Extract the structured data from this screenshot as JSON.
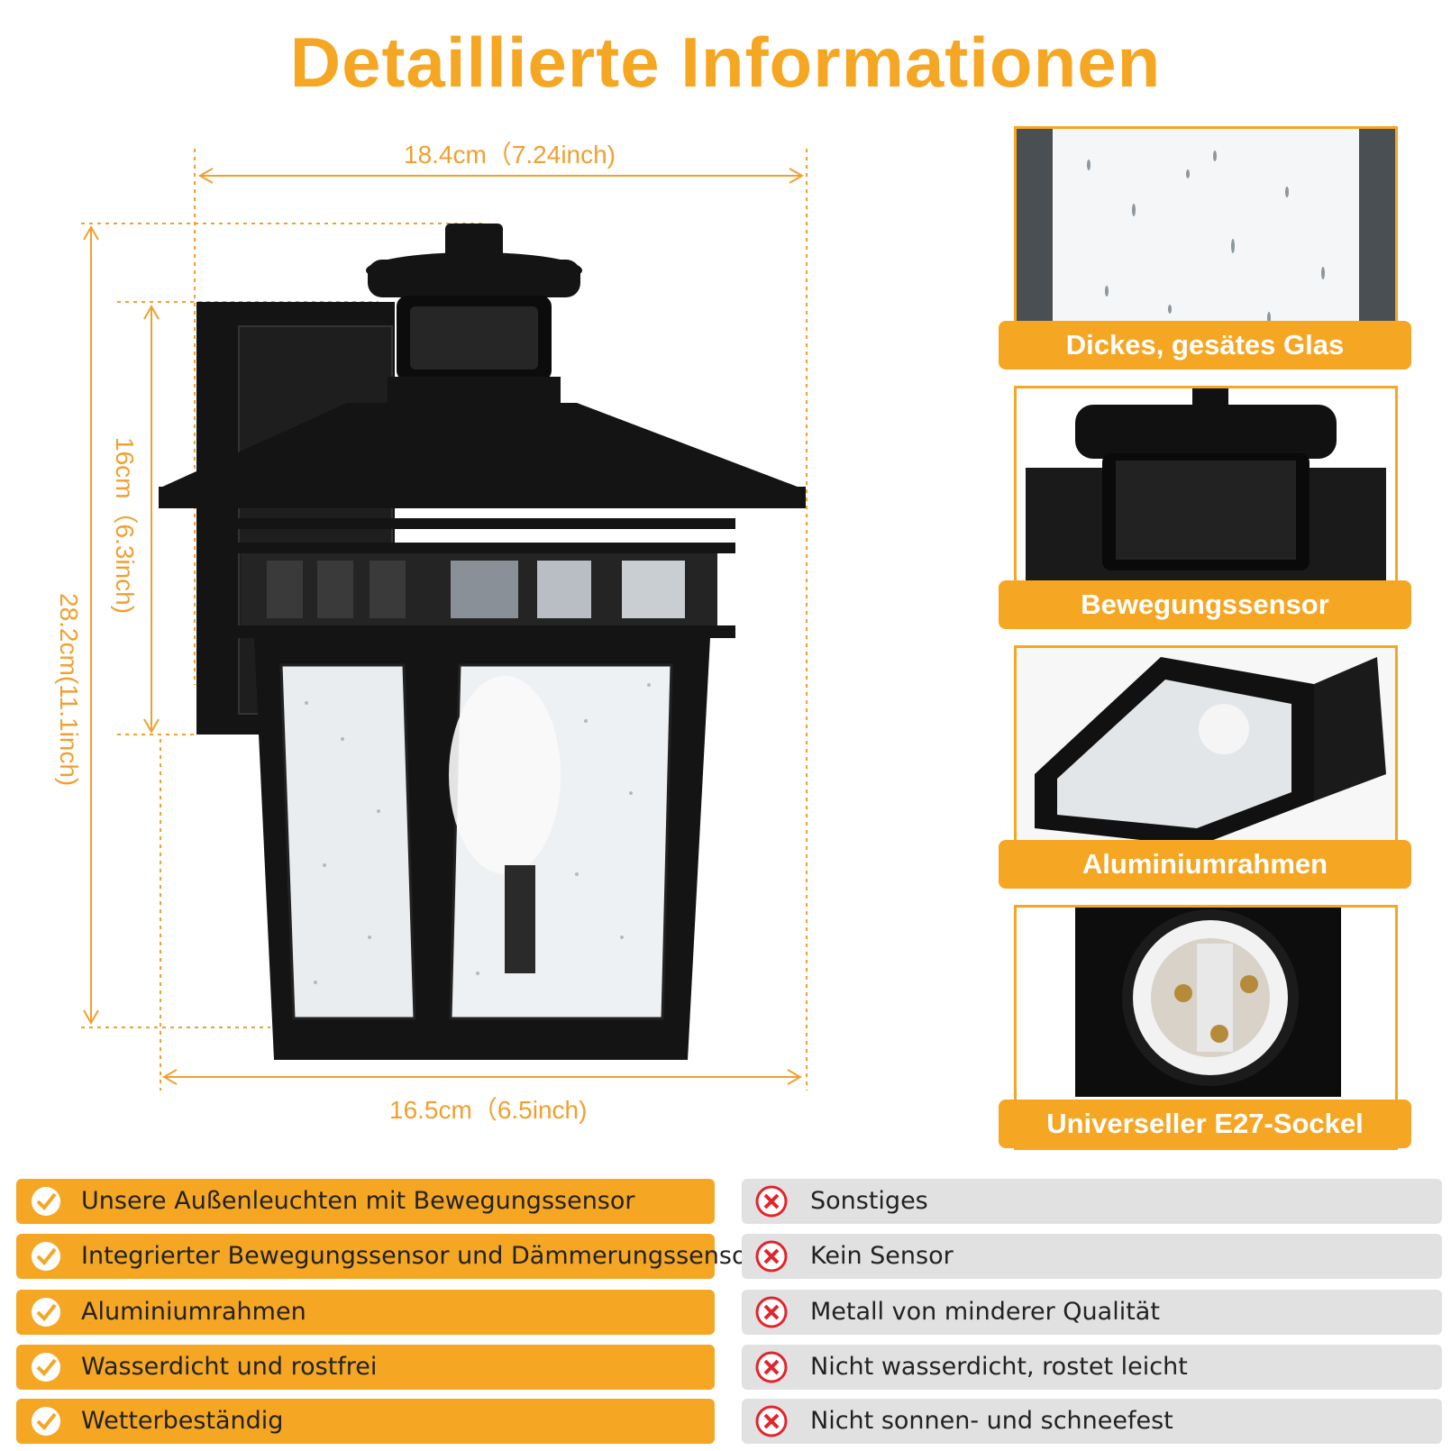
{
  "title": "Detaillierte Informationen",
  "dimensions": {
    "top_width": "18.4cm（7.24inch)",
    "bottom_width": "16.5cm（6.5inch)",
    "inner_height": "16cm（6.3inch)",
    "total_height": "28.2cm(11.1inch)"
  },
  "detail_panels": [
    {
      "label": "Dickes, gesätes Glas",
      "icon": "seeded-glass-closeup"
    },
    {
      "label": "Bewegungssensor",
      "icon": "motion-sensor-closeup"
    },
    {
      "label": "Aluminiumrahmen",
      "icon": "aluminum-frame-closeup"
    },
    {
      "label": "Universeller E27-Sockel",
      "icon": "e27-socket-closeup"
    }
  ],
  "pros": [
    "Unsere Außenleuchten mit Bewegungssensor",
    "Integrierter Bewegungssensor und Dämmerungssensor",
    "Aluminiumrahmen",
    "Wasserdicht und rostfrei",
    "Wetterbeständig"
  ],
  "cons": [
    "Sonstiges",
    "Kein Sensor",
    "Metall von minderer Qualität",
    "Nicht wasserdicht, rostet leicht",
    "Nicht sonnen- und schneefest"
  ],
  "colors": {
    "accent": "#f5a623",
    "dimension_line": "#f0a030",
    "cons_bg": "#e1e1e1",
    "cross": "#e0252c",
    "lamp": "#141414"
  }
}
